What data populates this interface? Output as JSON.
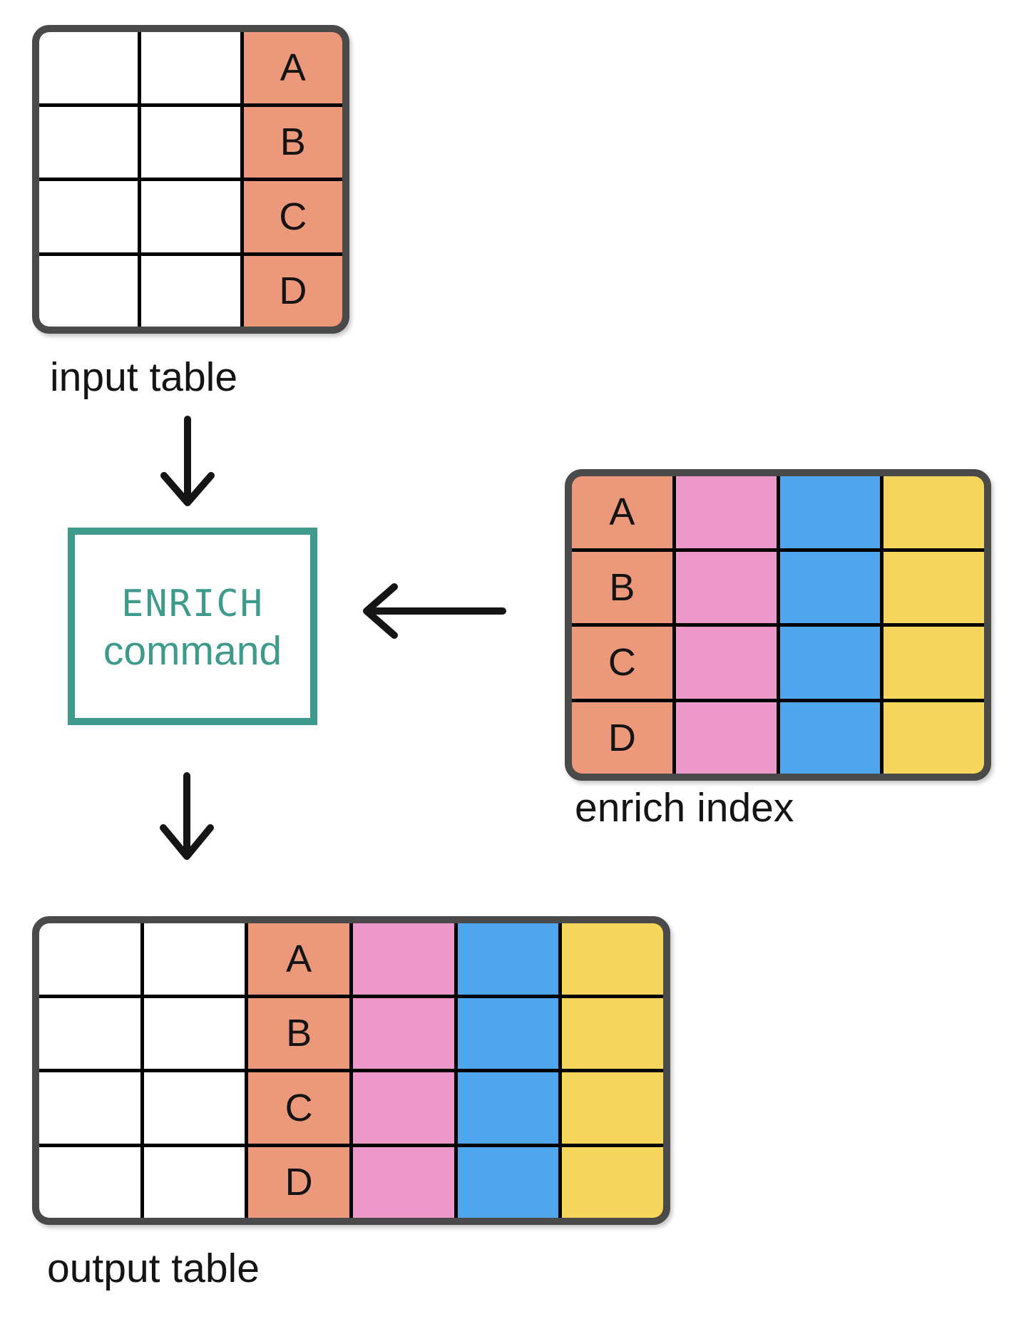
{
  "diagram": {
    "colors": {
      "salmon": "#EC987B",
      "pink": "#EC99C9",
      "blue": "#4FA6EC",
      "yellow": "#F6D75C",
      "teal": "#3E9A8B",
      "table_border": "#4A4A4A",
      "grid_line": "#000000",
      "arrow": "#151515",
      "text": "#141414"
    },
    "input_table": {
      "label": "input table",
      "rows": 4,
      "columns": 3,
      "key_column_index": 2,
      "key_column_color": "salmon",
      "key_values": [
        "A",
        "B",
        "C",
        "D"
      ]
    },
    "enrich_command": {
      "line1": "ENRICH",
      "line2": "command"
    },
    "enrich_index": {
      "label": "enrich index",
      "rows": 4,
      "columns": 4,
      "key_column_index": 0,
      "key_column_color": "salmon",
      "key_values": [
        "A",
        "B",
        "C",
        "D"
      ],
      "value_column_colors": [
        "pink",
        "blue",
        "yellow"
      ]
    },
    "output_table": {
      "label": "output table",
      "rows": 4,
      "columns": 6,
      "key_column_index": 2,
      "key_column_color": "salmon",
      "key_values": [
        "A",
        "B",
        "C",
        "D"
      ],
      "value_column_colors": [
        "pink",
        "blue",
        "yellow"
      ]
    },
    "arrows": [
      {
        "name": "input-to-command",
        "direction": "down"
      },
      {
        "name": "index-to-command",
        "direction": "left"
      },
      {
        "name": "command-to-output",
        "direction": "down"
      }
    ]
  }
}
